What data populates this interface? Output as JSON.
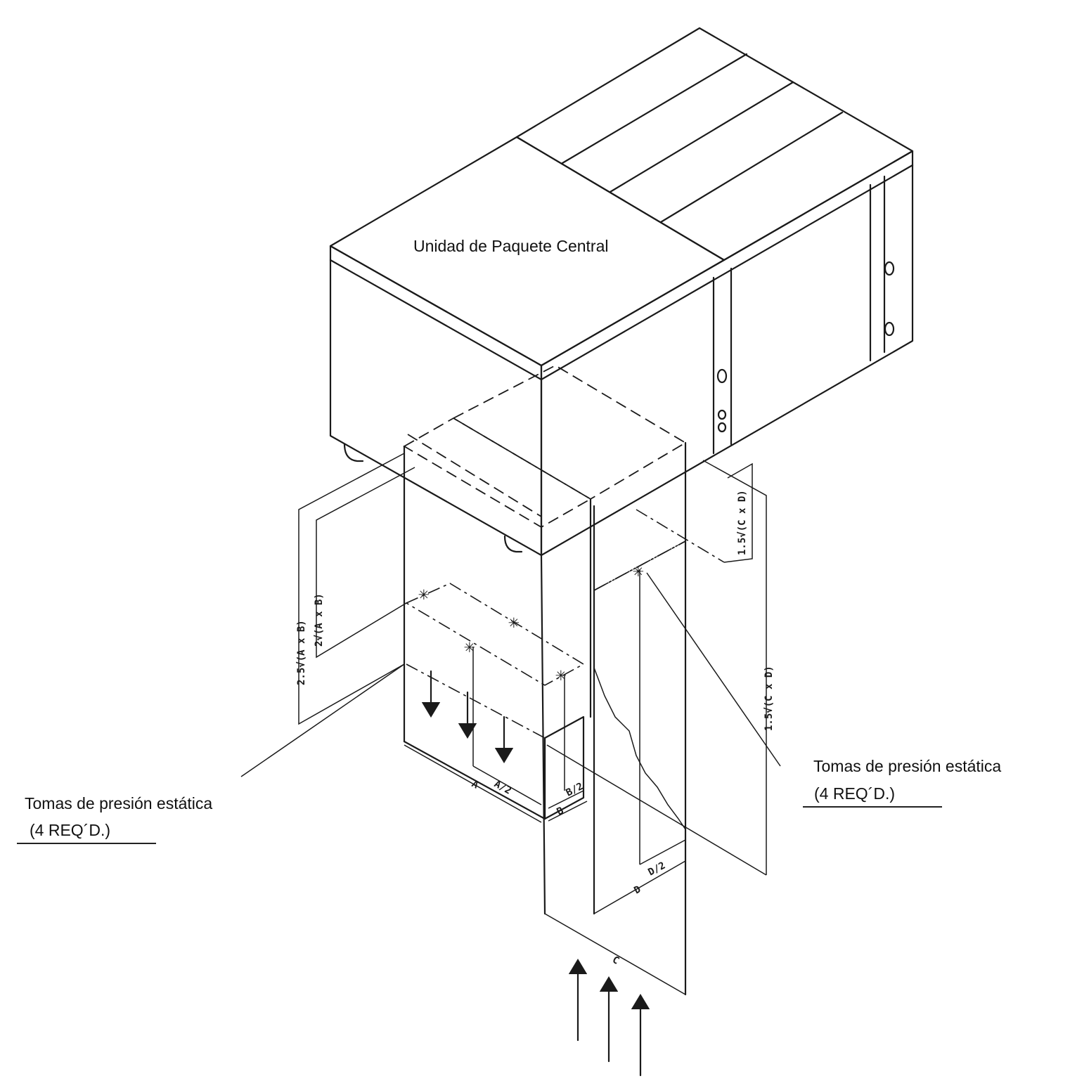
{
  "unit_title": "Unidad de Paquete Central",
  "left_callout": {
    "line1": "Tomas de presión estática",
    "line2": "(4 REQ´D.)"
  },
  "right_callout": {
    "line1": "Tomas de presión estática",
    "line2": "(4 REQ´D.)"
  },
  "dimensions": {
    "A": "A",
    "A_half": "A/2",
    "B": "B",
    "B_half": "B/2",
    "C": "C",
    "D": "D",
    "D_half": "D/2",
    "supply_outer": "2.5√(A x B)",
    "supply_inner": "2√(A x B)",
    "return_outer": "1.5√(C x D)",
    "return_top": "1.5√(C x D)"
  }
}
